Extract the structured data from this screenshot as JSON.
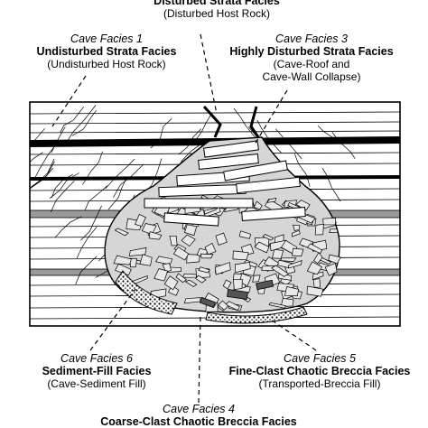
{
  "facies": {
    "f2": {
      "title": "",
      "name": "Disturbed Strata Facies",
      "desc": "(Disturbed Host Rock)"
    },
    "f1": {
      "title": "Cave Facies 1",
      "name": "Undisturbed Strata Facies",
      "desc": "(Undisturbed Host Rock)"
    },
    "f3": {
      "title": "Cave Facies 3",
      "name": "Highly Disturbed Strata Facies",
      "desc1": "(Cave-Roof and",
      "desc2": "Cave-Wall Collapse)"
    },
    "f6": {
      "title": "Cave Facies 6",
      "name": "Sediment-Fill Facies",
      "desc": "(Cave-Sediment Fill)"
    },
    "f5": {
      "title": "Cave Facies 5",
      "name": "Fine-Clast Chaotic Breccia Facies",
      "desc": "(Transported-Breccia Fill)"
    },
    "f4": {
      "title": "Cave Facies 4",
      "name": "Coarse-Clast Chaotic Breccia Facies",
      "desc": ""
    }
  },
  "colors": {
    "ink": "#000000",
    "grey_band": "#9a9a9a",
    "breccia_fill": "#d6d6d6",
    "background": "#ffffff"
  }
}
